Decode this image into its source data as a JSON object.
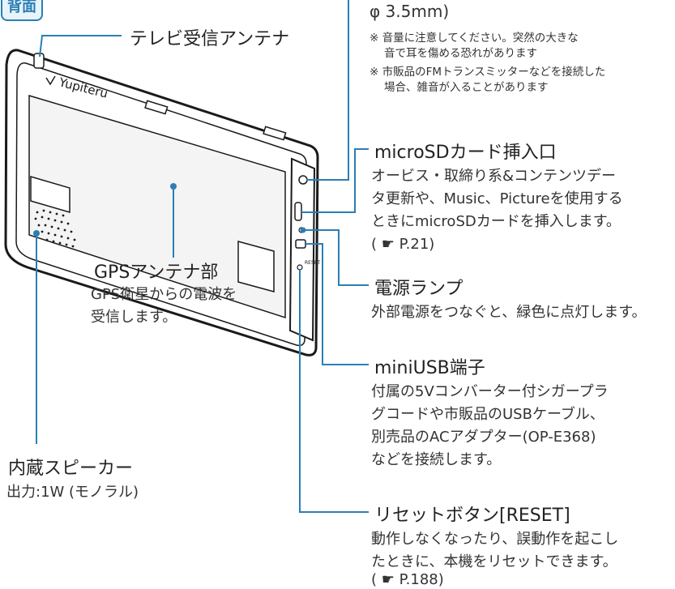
{
  "tab_label": "背面",
  "device_logo": "Yupiteru",
  "audio": {
    "size_text": "φ 3.5mm)",
    "notes": [
      [
        "※ 音量に注意してください。突然の大きな",
        "音で耳を傷める恐れがあります"
      ],
      [
        "※ 市販品のFMトランスミッターなどを接続した",
        "場合、雑音が入ることがあります"
      ]
    ]
  },
  "tv_antenna": {
    "title": "テレビ受信アンテナ"
  },
  "microsd": {
    "title": "microSDカード挿入口",
    "lines": [
      "オービス・取締り系&コンテンツデー",
      "タ更新や、Music、Pictureを使用する",
      "ときにmicroSDカードを挿入します。",
      "( ☛ P.21)"
    ]
  },
  "power_lamp": {
    "title": "電源ランプ",
    "lines": [
      "外部電源をつなぐと、緑色に点灯します。"
    ]
  },
  "gps": {
    "title": "GPSアンテナ部",
    "lines": [
      "GPS衛星からの電波を",
      "受信します。"
    ]
  },
  "miniusb": {
    "title": "miniUSB端子",
    "lines": [
      "付属の5Vコンバーター付シガープラ",
      "グコードや市販品のUSBケーブル、",
      "別売品のACアダプター(OP-E368)",
      "などを接続します。"
    ]
  },
  "speaker": {
    "title": "内蔵スピーカー",
    "lines": [
      "出力:1W (モノラル)"
    ]
  },
  "reset": {
    "title": "リセットボタン[RESET]",
    "lines": [
      "動作しなくなったり、誤動作を起こし",
      "たときに、本機をリセットできます。",
      "( ☛ P.188)"
    ]
  },
  "side_label_reset": "RESET",
  "colors": {
    "leader": "#2a7fb4",
    "device": "#1a1a1a",
    "tab_bg": "#e8f3fa"
  }
}
